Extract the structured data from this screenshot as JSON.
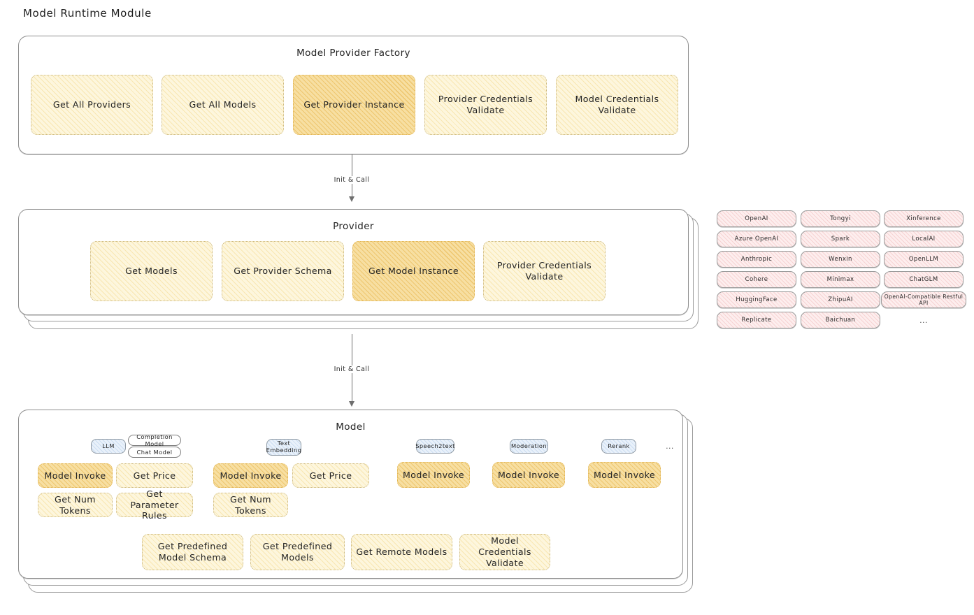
{
  "page": {
    "title": "Model Runtime Module"
  },
  "factory": {
    "title": "Model Provider Factory",
    "nodes": [
      {
        "label": "Get All Providers",
        "highlight": false
      },
      {
        "label": "Get All Models",
        "highlight": false
      },
      {
        "label": "Get Provider Instance",
        "highlight": true
      },
      {
        "label": "Provider Credentials Validate",
        "highlight": false
      },
      {
        "label": "Model Credentials Validate",
        "highlight": false
      }
    ]
  },
  "arrow1": {
    "label": "Init & Call"
  },
  "provider": {
    "title": "Provider",
    "nodes": [
      {
        "label": "Get Models",
        "highlight": false
      },
      {
        "label": "Get Provider Schema",
        "highlight": false
      },
      {
        "label": "Get Model Instance",
        "highlight": true
      },
      {
        "label": "Provider Credentials Validate",
        "highlight": false
      }
    ]
  },
  "provider_list": {
    "column1": [
      "OpenAI",
      "Azure OpenAI",
      "Anthropic",
      "Cohere",
      "HuggingFace",
      "Replicate"
    ],
    "column2": [
      "Tongyi",
      "Spark",
      "Wenxin",
      "Minimax",
      "ZhipuAI",
      "Baichuan"
    ],
    "column3": [
      "Xinference",
      "LocalAI",
      "OpenLLM",
      "ChatGLM",
      "OpenAI-Compatible Restful API"
    ],
    "more": "..."
  },
  "arrow2": {
    "label": "Init & Call"
  },
  "model": {
    "title": "Model",
    "more_types": "...",
    "types": [
      {
        "name": "LLM",
        "sub_types": [
          "Completion Model",
          "Chat Model"
        ],
        "methods_row1": [
          {
            "label": "Model Invoke",
            "highlight": true
          },
          {
            "label": "Get Price",
            "highlight": false
          }
        ],
        "methods_row2": [
          {
            "label": "Get Num Tokens",
            "highlight": false
          },
          {
            "label": "Get Parameter Rules",
            "highlight": false
          }
        ]
      },
      {
        "name": "Text Embedding",
        "sub_types": [],
        "methods_row1": [
          {
            "label": "Model Invoke",
            "highlight": true
          },
          {
            "label": "Get Price",
            "highlight": false
          }
        ],
        "methods_row2": [
          {
            "label": "Get Num Tokens",
            "highlight": false
          }
        ]
      },
      {
        "name": "Speech2text",
        "sub_types": [],
        "methods_row1": [
          {
            "label": "Model Invoke",
            "highlight": true
          }
        ],
        "methods_row2": []
      },
      {
        "name": "Moderation",
        "sub_types": [],
        "methods_row1": [
          {
            "label": "Model Invoke",
            "highlight": true
          }
        ],
        "methods_row2": []
      },
      {
        "name": "Rerank",
        "sub_types": [],
        "methods_row1": [
          {
            "label": "Model Invoke",
            "highlight": true
          }
        ],
        "methods_row2": []
      }
    ],
    "shared_methods": [
      "Get Predefined Model Schema",
      "Get Predefined Models",
      "Get Remote Models",
      "Model Credentials Validate"
    ]
  },
  "colors": {
    "node_fill": "#fdf6dd",
    "node_highlight_fill": "#f7dfa2",
    "node_border": "#cbb77c",
    "pill_pink_fill": "#fdeeee",
    "pill_blue_fill": "#e9f1fa",
    "panel_border": "#8d8d8d",
    "text": "#232323"
  }
}
